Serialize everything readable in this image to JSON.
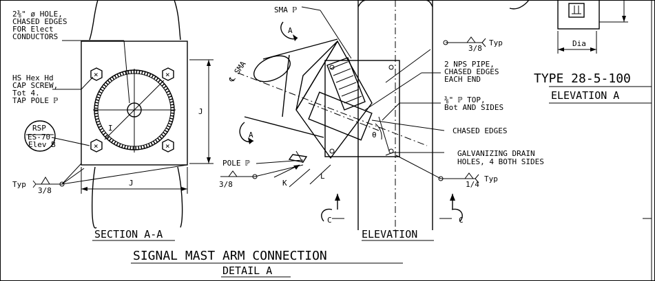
{
  "labels": {
    "hole": [
      "2⅜\" ø HOLE,",
      "CHASED EDGES",
      "FOR Elect",
      "CONDUCTORS"
    ],
    "screw": [
      "HS Hex Hd",
      "CAP SCREW,",
      "Tot 4.",
      "TAP POLE ℙ"
    ],
    "rsp": [
      "RSP",
      "ES-70",
      "Elev B"
    ],
    "sma_plate": "SMA ℙ",
    "cl_sma": "℄ SMA",
    "typ_weld_top": "Typ",
    "weld_38_top": "3/8",
    "nps": [
      "2 NPS PIPE,",
      "CHASED EDGES",
      "EACH END"
    ],
    "top_plate": [
      "⅜\" ℙ TOP,",
      "Bot AND SIDES"
    ],
    "chased": "CHASED EDGES",
    "galv": [
      "GALVANIZING DRAIN",
      "HOLES, 4 BOTH SIDES"
    ],
    "pole_plate": "POLE ℙ",
    "weld_38_bot": "3/8",
    "weld_14": "1/4",
    "typ_weld_right": "Typ",
    "typ_left": "Typ",
    "weld_38_left": "3/8",
    "k": "K",
    "l": "L",
    "theta": "θ",
    "j_vert": "J",
    "j_horiz": "J",
    "i": "I",
    "a_top": "A",
    "a_bot": "A",
    "c_left": "C",
    "c_right": "C",
    "dia": "Dia",
    "type_title": "TYPE 28-5-100",
    "elev_a": "ELEVATION A",
    "section": "SECTION A-A",
    "elevation": "ELEVATION",
    "title": "SIGNAL MAST ARM CONNECTION",
    "detail": "DETAIL A"
  }
}
